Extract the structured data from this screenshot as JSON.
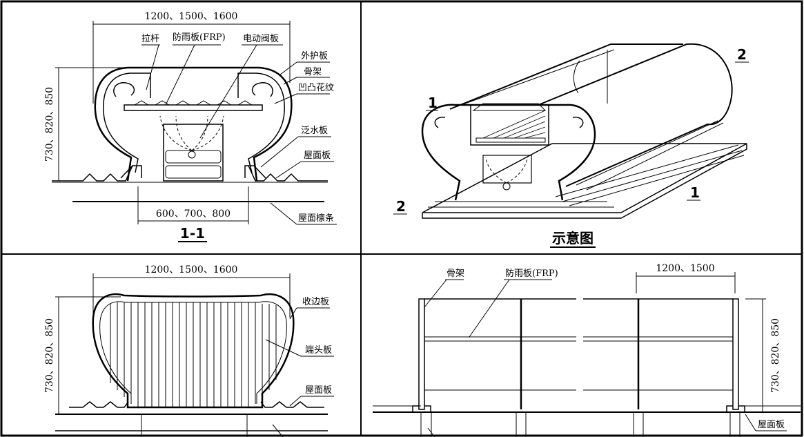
{
  "section_1_1": {
    "title": "1-1",
    "dim_width": "1200、1500、1600",
    "dim_base": "600、700、800",
    "dim_height": "730、820、850",
    "labels": {
      "tie_rod": "拉杆",
      "rain_panel": "防雨板(FRP)",
      "electric_valve": "电动阀板",
      "outer_panel": "外护板",
      "frame": "骨架",
      "embossed": "凹凸花纹",
      "flashing": "泛水板",
      "roof_panel": "屋面板",
      "purlin": "屋面檩条"
    }
  },
  "schematic": {
    "title": "示意图",
    "mark_1a": "1",
    "mark_1b": "1",
    "mark_2a": "2",
    "mark_2b": "2"
  },
  "end_view": {
    "dim_width": "1200、1500、1600",
    "dim_height": "730、820、850",
    "labels": {
      "edge_panel": "收边板",
      "end_panel": "端头板",
      "roof_panel": "屋面板"
    }
  },
  "side_view": {
    "dim_width": "1200、1500",
    "dim_height": "730、820、850",
    "labels": {
      "frame": "骨架",
      "rain_panel": "防雨板(FRP)",
      "roof_panel": "屋面板"
    }
  }
}
